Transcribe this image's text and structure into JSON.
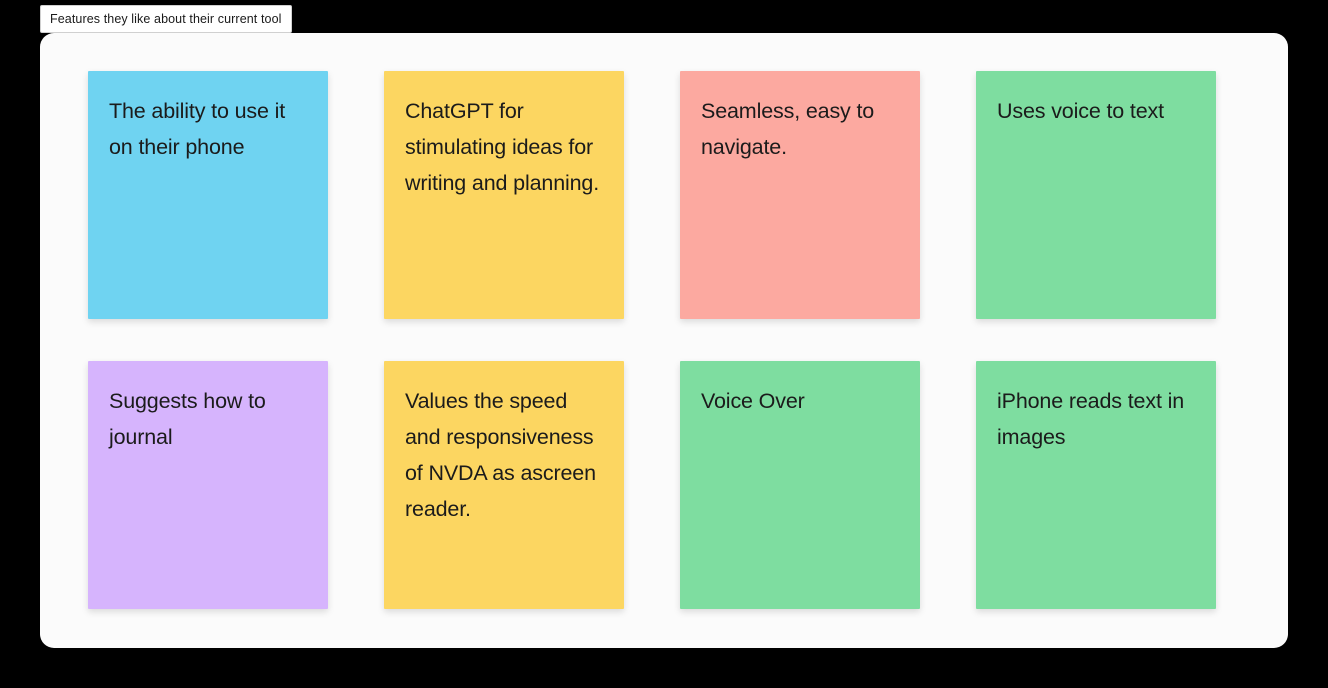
{
  "page": {
    "background_color": "#000000",
    "panel_background_color": "#fbfbfb"
  },
  "label": {
    "text": "Features they like about their current tool"
  },
  "board": {
    "columns": 4,
    "rows": 2,
    "palette": {
      "blue": "#6fd3f1",
      "yellow": "#fcd661",
      "pink": "#fca9a0",
      "green": "#7edda0",
      "purple": "#d6b4fd"
    },
    "notes": [
      {
        "text": "The ability to use it on their phone",
        "color_name": "blue",
        "color": "#6fd3f1"
      },
      {
        "text": "ChatGPT for stimulating ideas for writing and planning.",
        "color_name": "yellow",
        "color": "#fcd661"
      },
      {
        "text": "Seamless, easy to navigate.",
        "color_name": "pink",
        "color": "#fca9a0"
      },
      {
        "text": "Uses voice to text",
        "color_name": "green",
        "color": "#7edda0"
      },
      {
        "text": "Suggests how to journal",
        "color_name": "purple",
        "color": "#d6b4fd"
      },
      {
        "text": "Values the speed and responsiveness of NVDA as ascreen reader.",
        "color_name": "yellow",
        "color": "#fcd661"
      },
      {
        "text": "Voice Over",
        "color_name": "green",
        "color": "#7edda0"
      },
      {
        "text": "iPhone reads text in images",
        "color_name": "green",
        "color": "#7edda0"
      }
    ]
  }
}
